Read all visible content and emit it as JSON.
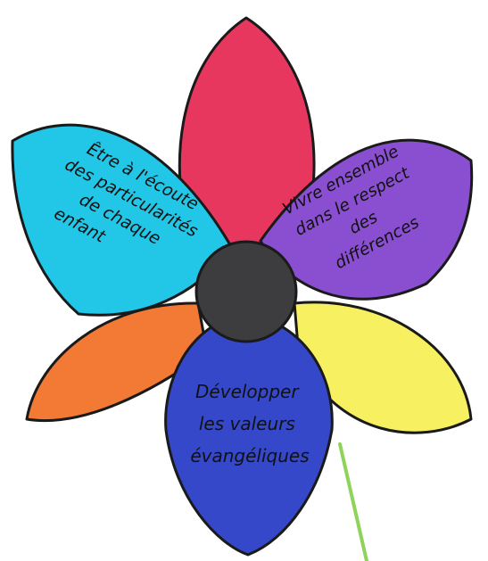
{
  "diagram": {
    "petals": [
      {
        "id": "top",
        "color": "#e8375f",
        "lines": []
      },
      {
        "id": "left-bottom",
        "color": "#f37a35",
        "lines": []
      },
      {
        "id": "right-bottom",
        "color": "#f7f060",
        "lines": []
      },
      {
        "id": "left-top",
        "color": "#22c6e6",
        "lines": [
          "Être à l'écoute",
          "des particularités",
          "de chaque",
          "enfant"
        ]
      },
      {
        "id": "right-top",
        "color": "#8a4fd1",
        "lines": [
          "Vivre ensemble",
          "dans le respect",
          "des",
          "différences"
        ]
      },
      {
        "id": "bottom",
        "color": "#3548c9",
        "lines": [
          "Développer",
          "les valeurs",
          "évangéliques"
        ]
      }
    ],
    "center": {
      "color": "#3d3d40"
    },
    "stem": {
      "color": "#8ed45a"
    }
  }
}
